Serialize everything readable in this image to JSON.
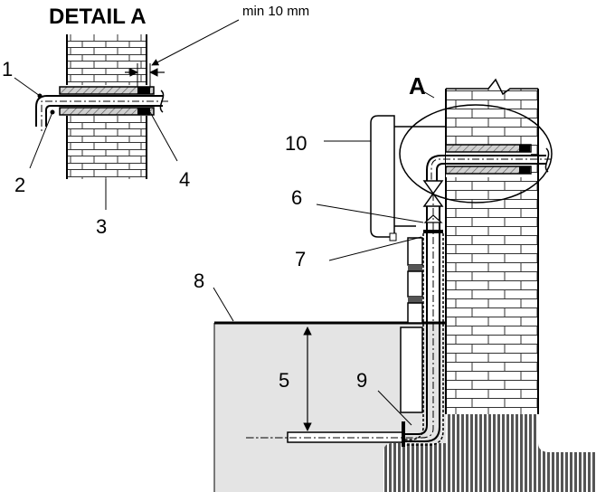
{
  "title": "DETAIL  A",
  "detail_marker": "A",
  "dimension_note": "min 10 mm",
  "callouts": {
    "c1": "1",
    "c2": "2",
    "c3": "3",
    "c4": "4",
    "c5": "5",
    "c6": "6",
    "c7": "7",
    "c8": "8",
    "c9": "9",
    "c10": "10"
  },
  "colors": {
    "ink": "#000000",
    "ground": "#e4e4e4",
    "brick_line": "#333333",
    "insulation": "#c8c8c8"
  }
}
